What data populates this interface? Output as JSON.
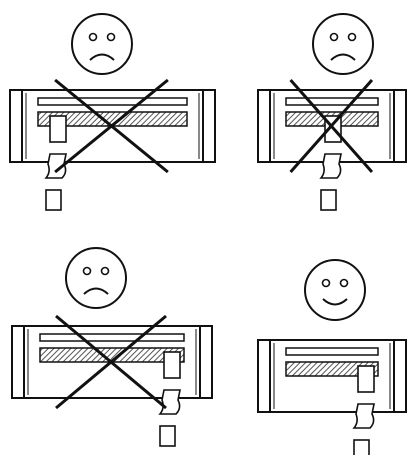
{
  "colors": {
    "ink": "#111111",
    "background": "#ffffff",
    "hatch": "#555555"
  },
  "panels": [
    {
      "id": "top-left",
      "face": "sad",
      "crossed": true,
      "paper_position": "left"
    },
    {
      "id": "top-right",
      "face": "sad",
      "crossed": true,
      "paper_position": "center"
    },
    {
      "id": "bottom-left",
      "face": "sad",
      "crossed": true,
      "paper_position": "right"
    },
    {
      "id": "bottom-right",
      "face": "happy",
      "crossed": false,
      "paper_position": "right"
    }
  ]
}
